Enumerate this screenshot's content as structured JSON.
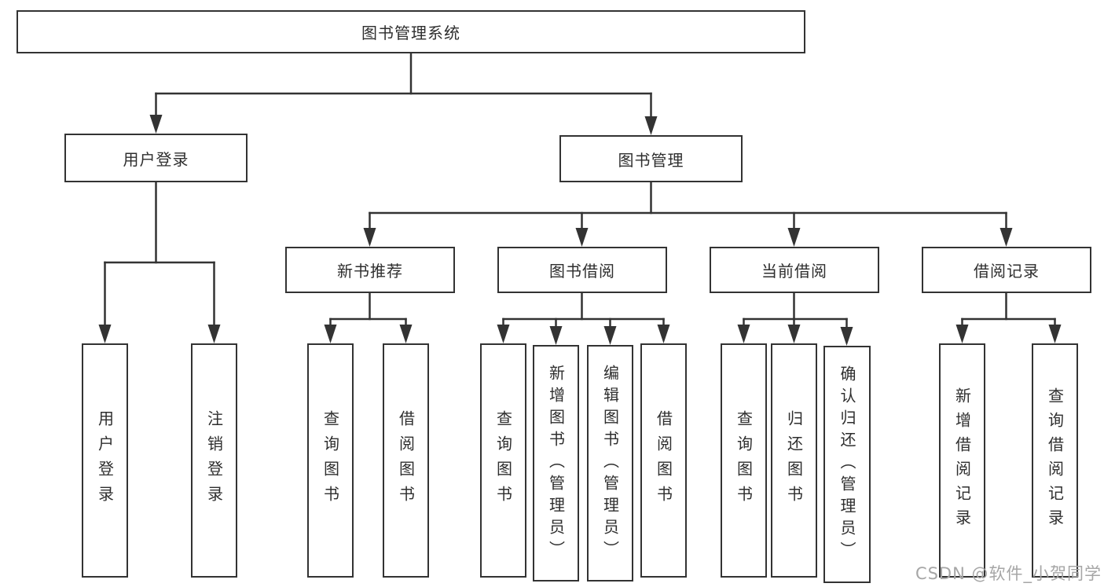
{
  "root_label": "图书管理系统",
  "login": {
    "label": "用户登录",
    "children": [
      "用户登录",
      "注销登录"
    ]
  },
  "management": {
    "label": "图书管理",
    "groups": [
      {
        "label": "新书推荐",
        "children": [
          "查询图书",
          "借阅图书"
        ]
      },
      {
        "label": "图书借阅",
        "children": [
          "查询图书",
          "新增图书（管理员）",
          "编辑图书（管理员）",
          "借阅图书"
        ]
      },
      {
        "label": "当前借阅",
        "children": [
          "查询图书",
          "归还图书",
          "确认归还（管理员）"
        ]
      },
      {
        "label": "借阅记录",
        "children": [
          "新增借阅记录",
          "查询借阅记录"
        ]
      }
    ]
  },
  "watermark": "CSDN @软件_小贺同学",
  "colors": {
    "line": "#333333",
    "text": "#2e2e2e",
    "box_fill": "#ffffff",
    "watermark": "#a6a6a6",
    "background": "#ffffff"
  }
}
